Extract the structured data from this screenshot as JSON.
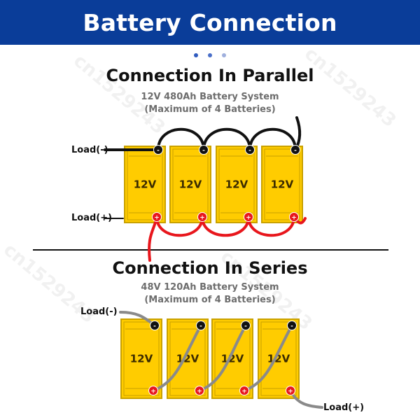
{
  "header": {
    "title": "Battery Connection"
  },
  "dots": [
    "#2f5bbf",
    "#4a6fc9",
    "#9fb0dd"
  ],
  "parallel": {
    "title": "Connection In Parallel",
    "subtitle_line1": "12V 480Ah Battery System",
    "subtitle_line2": "(Maximum of 4 Batteries)",
    "load_neg_label": "Load(-)",
    "load_pos_label": "Load(+)",
    "battery_labels": [
      "12V",
      "12V",
      "12V",
      "12V"
    ]
  },
  "series": {
    "title": "Connection In Series",
    "subtitle_line1": "48V 120Ah Battery System",
    "subtitle_line2": "(Maximum of 4 Batteries)",
    "load_neg_label": "Load(-)",
    "load_pos_label": "Load(+)",
    "battery_labels": [
      "12V",
      "12V",
      "12V",
      "12V"
    ]
  },
  "watermark": "cn1529243",
  "colors": {
    "header_bg": "#0a3d99",
    "battery_fill": "#ffcc00",
    "battery_edge": "#c9a100",
    "positive_terminal": "#e8161c",
    "negative_terminal": "#111111",
    "wire_negative": "#111111",
    "wire_positive": "#e8161c",
    "wire_series": "#8a8a8a"
  }
}
